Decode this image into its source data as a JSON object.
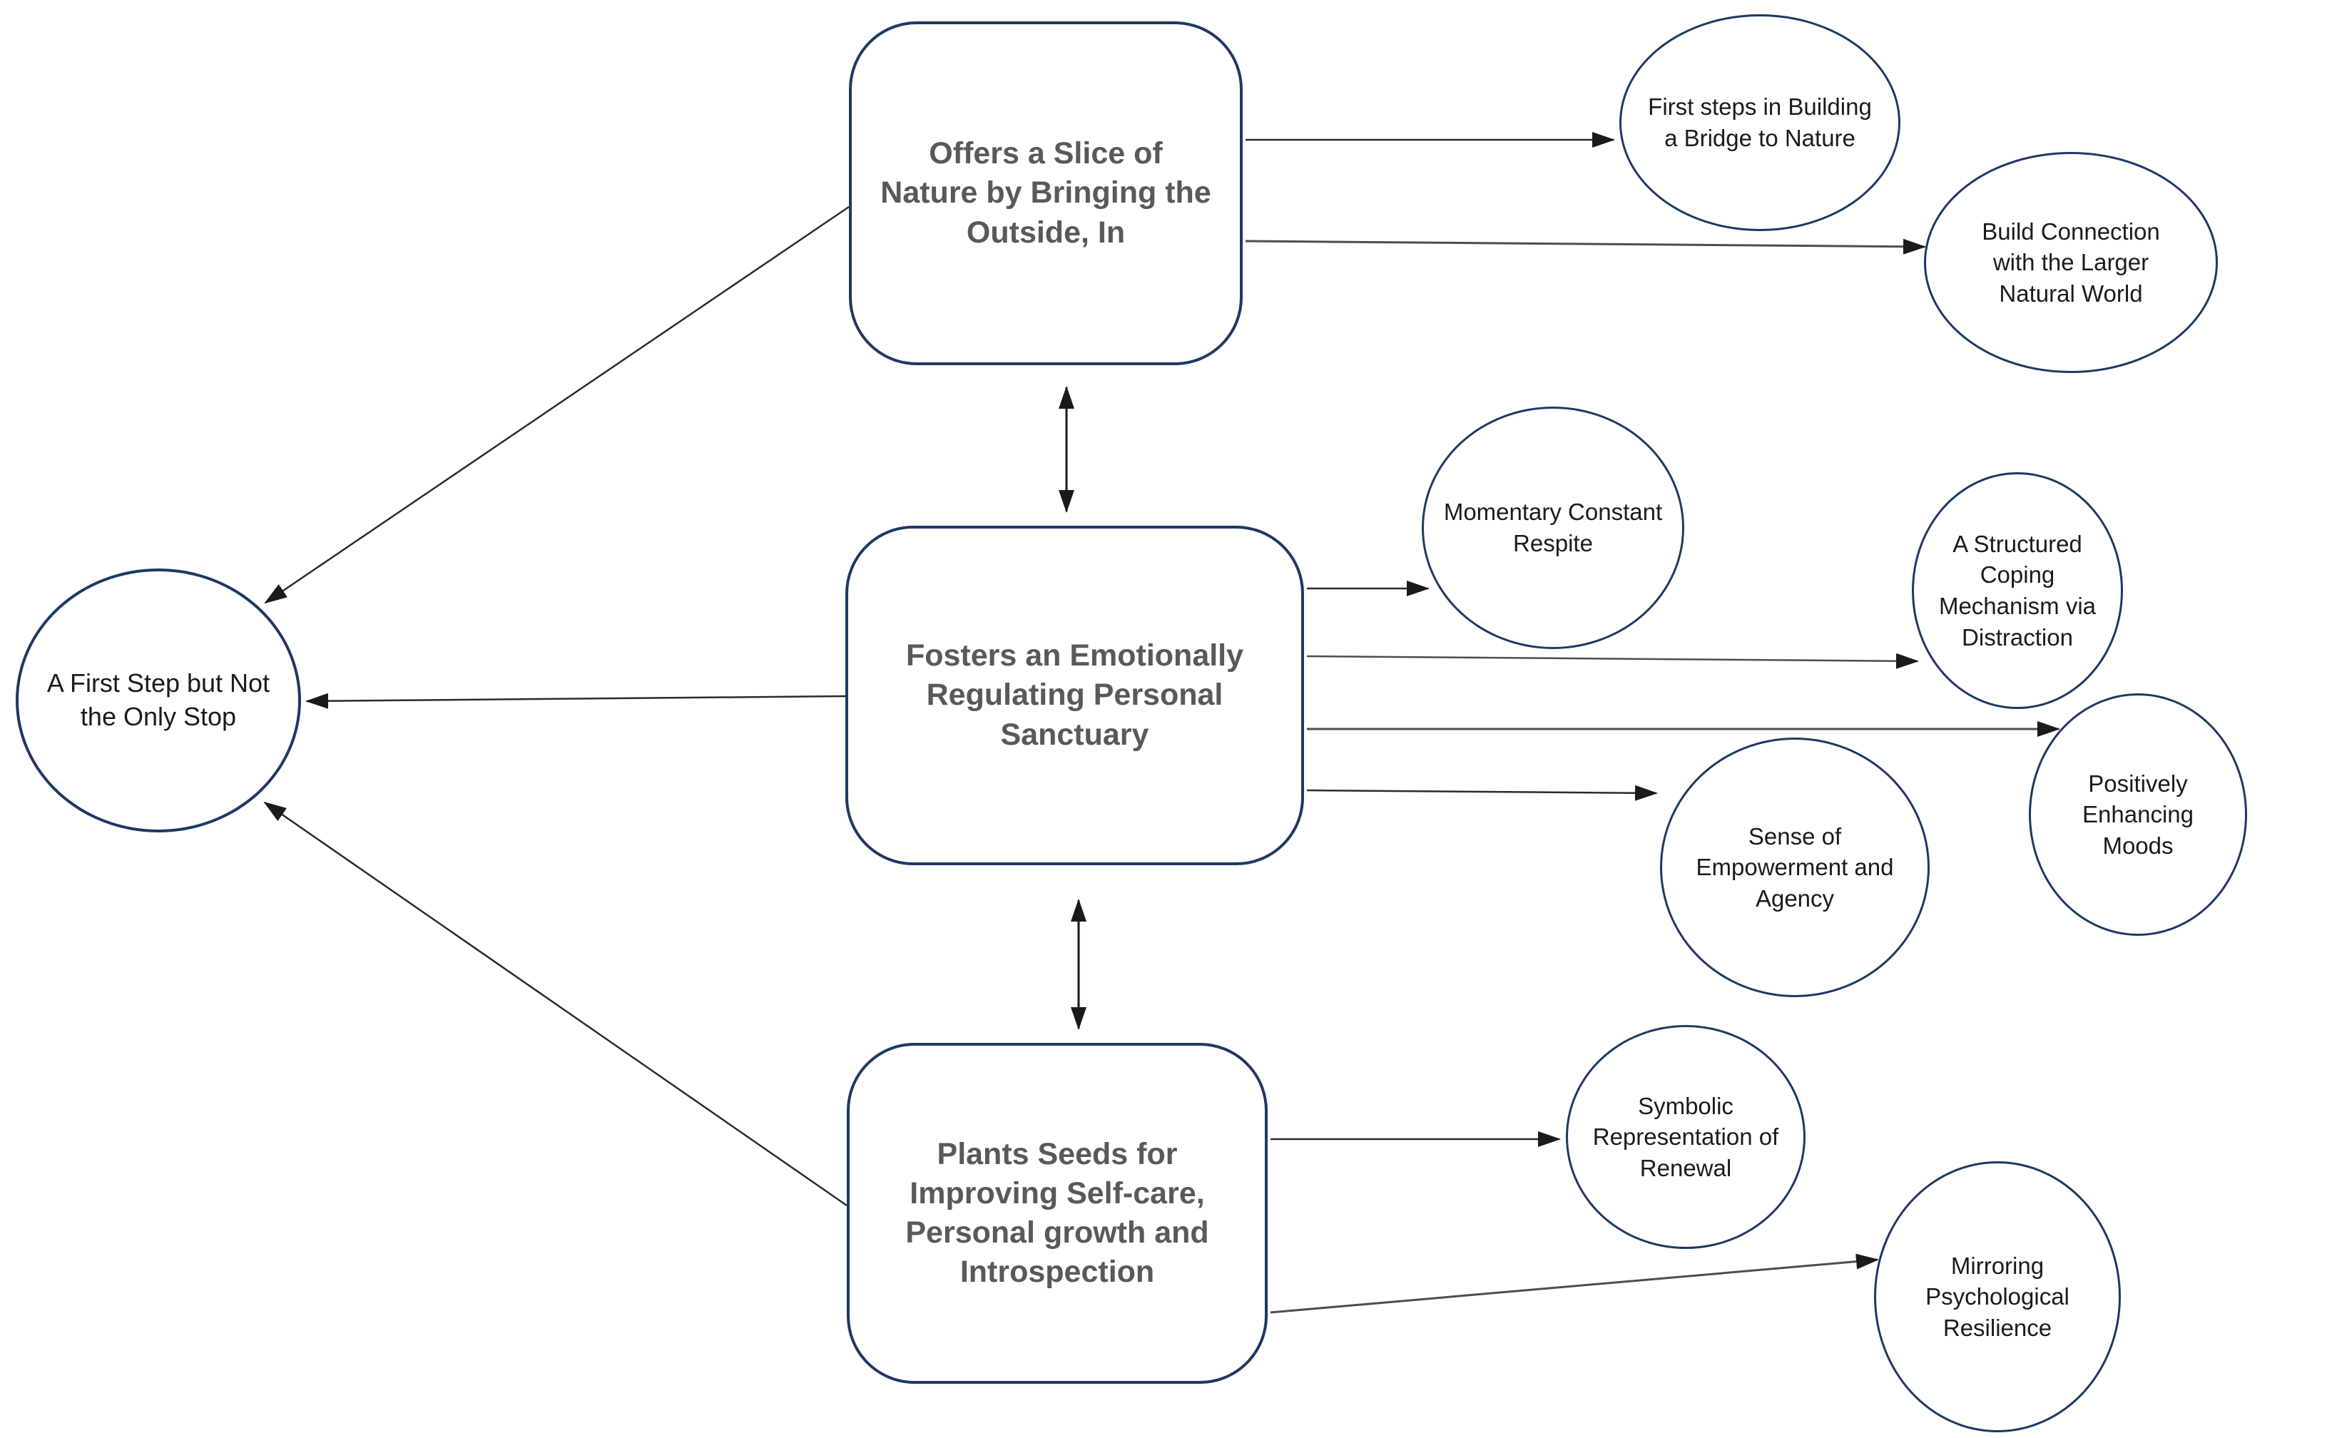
{
  "diagram": {
    "background_color": "#ffffff",
    "node_border_color": "#1f3864",
    "theme_text_color": "#595959",
    "outcome_text_color": "#1b1b1b",
    "arrow_color": "#2b2b2b",
    "nodes": {
      "hub": {
        "label": "A First Step but Not\nthe Only Stop",
        "shape": "circle"
      },
      "offers_slice": {
        "label": "Offers a Slice of\nNature by Bringing the\nOutside, In",
        "shape": "rounded-rect"
      },
      "fosters_sanctuary": {
        "label": "Fosters an Emotionally\nRegulating Personal\nSanctuary",
        "shape": "rounded-rect"
      },
      "plants_seeds": {
        "label": "Plants Seeds for\nImproving Self-care,\nPersonal growth and\nIntrospection",
        "shape": "rounded-rect"
      },
      "first_steps": {
        "label": "First steps in Building\na Bridge to Nature",
        "shape": "circle"
      },
      "build_connection": {
        "label": "Build Connection\nwith the Larger\nNatural World",
        "shape": "circle"
      },
      "momentary_respite": {
        "label": "Momentary Constant\nRespite",
        "shape": "circle"
      },
      "structured_coping": {
        "label": "A Structured Coping\nMechanism via\nDistraction",
        "shape": "circle"
      },
      "sense_empowerment": {
        "label": "Sense of\nEmpowerment and\nAgency",
        "shape": "circle"
      },
      "positively_enhancing": {
        "label": "Positively Enhancing\nMoods",
        "shape": "circle"
      },
      "symbolic_renewal": {
        "label": "Symbolic\nRepresentation of\nRenewal",
        "shape": "circle"
      },
      "mirroring_resilience": {
        "label": "Mirroring\nPsychological\nResilience",
        "shape": "circle"
      }
    },
    "edges": [
      {
        "from": "offers_slice",
        "to": "hub",
        "bidirectional": false
      },
      {
        "from": "fosters_sanctuary",
        "to": "hub",
        "bidirectional": false
      },
      {
        "from": "plants_seeds",
        "to": "hub",
        "bidirectional": false
      },
      {
        "from": "offers_slice",
        "to": "first_steps",
        "bidirectional": false
      },
      {
        "from": "offers_slice",
        "to": "build_connection",
        "bidirectional": false
      },
      {
        "from": "fosters_sanctuary",
        "to": "momentary_respite",
        "bidirectional": false
      },
      {
        "from": "fosters_sanctuary",
        "to": "structured_coping",
        "bidirectional": false
      },
      {
        "from": "fosters_sanctuary",
        "to": "positively_enhancing",
        "bidirectional": false
      },
      {
        "from": "fosters_sanctuary",
        "to": "sense_empowerment",
        "bidirectional": false
      },
      {
        "from": "plants_seeds",
        "to": "symbolic_renewal",
        "bidirectional": false
      },
      {
        "from": "plants_seeds",
        "to": "mirroring_resilience",
        "bidirectional": false
      },
      {
        "from": "offers_slice",
        "to": "fosters_sanctuary",
        "bidirectional": true
      },
      {
        "from": "fosters_sanctuary",
        "to": "plants_seeds",
        "bidirectional": true
      }
    ]
  }
}
